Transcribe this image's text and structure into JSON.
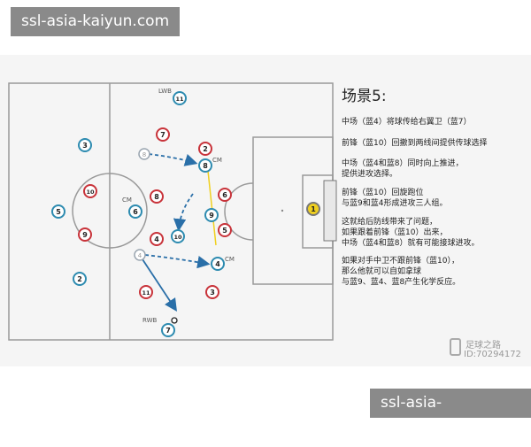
{
  "watermark": {
    "top": "ssl-asia-kaiyun.com",
    "bottom": "ssl-asia-kaiyun.com"
  },
  "scene": {
    "title": "场景5:",
    "lines": [
      "中场（蓝4）将球传给右翼卫（蓝7）",
      "前锋（蓝10）回撤到两线间提供传球选择",
      "中场（蓝4和蓝8）同时向上推进，\n提供进攻选择。",
      "前锋（蓝10）回旋跑位\n与蓝9和蓝4形成进攻三人组。",
      "这就给后防线带来了问题，\n如果跟着前锋（蓝10）出来，\n中场（蓝4和蓝8）就有可能接球进攻。",
      "如果对手中卫不跟前锋（蓝10），\n那么他就可以自如拿球\n与蓝9、蓝4、蓝8产生化学反应。"
    ]
  },
  "pitch": {
    "labels": {
      "lwb": "LWB",
      "rwb": "RWB",
      "cm_left": "CM",
      "cm_top": "CM",
      "cm_bottom": "CM"
    },
    "blue_players": [
      "11",
      "3",
      "5",
      "6",
      "9",
      "10",
      "8",
      "4",
      "2",
      "7",
      "1"
    ],
    "red_players": [
      "7",
      "2",
      "10",
      "8",
      "6",
      "9",
      "4",
      "5",
      "11",
      "3"
    ]
  },
  "colors": {
    "blue": "#2d8bb0",
    "red": "#c8333a",
    "gray": "#9aa5b0",
    "yellow": "#f0d020",
    "arrow": "#2a6fa8"
  },
  "credit": {
    "brand": "足球之路",
    "id": "ID:70294172"
  }
}
